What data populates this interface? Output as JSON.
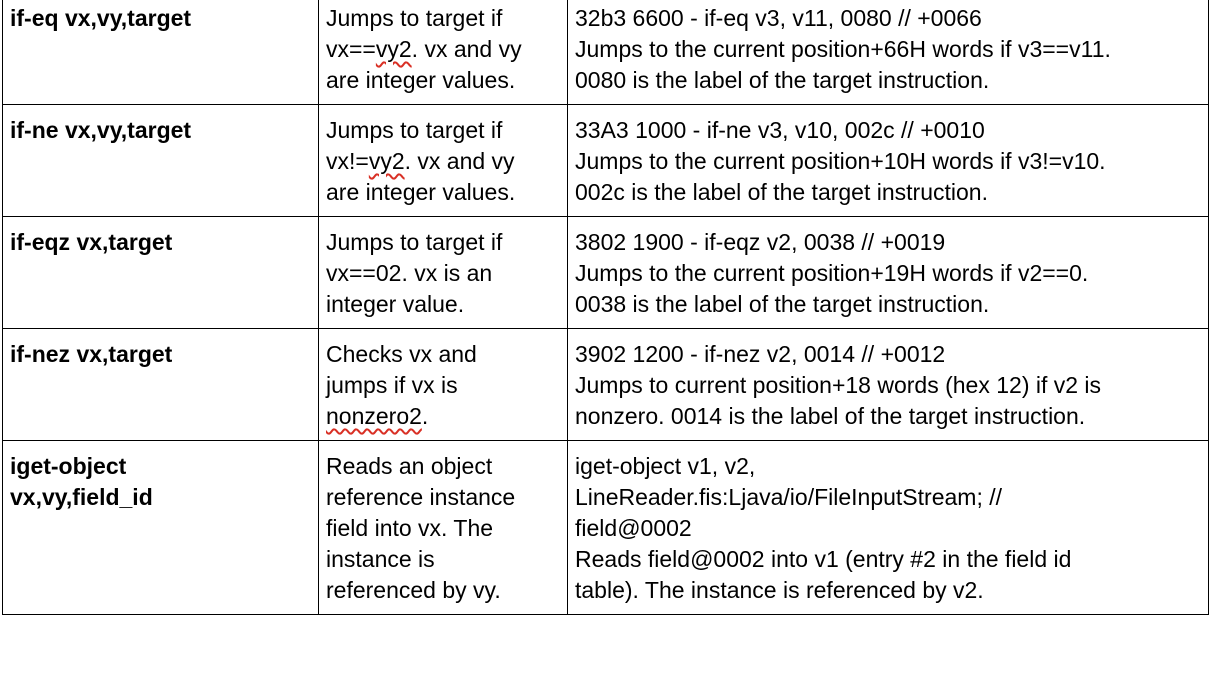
{
  "rows": [
    {
      "opcode": [
        "if-eq vx,vy,target"
      ],
      "description": [
        [
          {
            "t": "Jumps to target if"
          }
        ],
        [
          {
            "t": "vx=="
          },
          {
            "t": "vy2",
            "squiggle": true
          },
          {
            "t": ". vx and vy"
          }
        ],
        [
          {
            "t": "are integer values."
          }
        ]
      ],
      "example": [
        "32b3 6600 - if-eq v3, v11, 0080 // +0066",
        "Jumps to the current position+66H words if v3==v11.",
        "0080 is the label of the target instruction."
      ]
    },
    {
      "opcode": [
        "if-ne vx,vy,target"
      ],
      "description": [
        [
          {
            "t": "Jumps to target if"
          }
        ],
        [
          {
            "t": "vx!="
          },
          {
            "t": "vy2",
            "squiggle": true
          },
          {
            "t": ". vx and vy"
          }
        ],
        [
          {
            "t": "are integer values."
          }
        ]
      ],
      "example": [
        "33A3 1000 - if-ne v3, v10, 002c // +0010",
        "Jumps to the current position+10H words if v3!=v10.",
        "002c is the label of the target instruction."
      ]
    },
    {
      "opcode": [
        "if-eqz vx,target"
      ],
      "description": [
        [
          {
            "t": "Jumps to target if"
          }
        ],
        [
          {
            "t": "vx==02. vx is an"
          }
        ],
        [
          {
            "t": "integer value."
          }
        ]
      ],
      "example": [
        "3802 1900 - if-eqz v2, 0038 // +0019",
        "Jumps to the current position+19H words if v2==0.",
        "0038 is the label of the target instruction."
      ]
    },
    {
      "opcode": [
        "if-nez vx,target"
      ],
      "description": [
        [
          {
            "t": "Checks vx and"
          }
        ],
        [
          {
            "t": "jumps if vx is"
          }
        ],
        [
          {
            "t": "nonzero2",
            "squiggle": true
          },
          {
            "t": "."
          }
        ]
      ],
      "example": [
        "3902 1200 - if-nez v2, 0014 // +0012",
        "Jumps to current position+18 words (hex 12) if v2 is",
        "nonzero. 0014 is the label of the target instruction."
      ]
    },
    {
      "opcode": [
        "iget-object",
        "vx,vy,field_id"
      ],
      "description": [
        [
          {
            "t": "Reads an object"
          }
        ],
        [
          {
            "t": "reference instance"
          }
        ],
        [
          {
            "t": "field into vx. The"
          }
        ],
        [
          {
            "t": "instance is"
          }
        ],
        [
          {
            "t": "referenced by vy."
          }
        ]
      ],
      "example": [
        "iget-object v1, v2,",
        "LineReader.fis:Ljava/io/FileInputStream; //",
        "field@0002",
        "Reads field@0002 into v1 (entry #2 in the field id",
        "table). The instance is referenced by v2."
      ]
    }
  ]
}
